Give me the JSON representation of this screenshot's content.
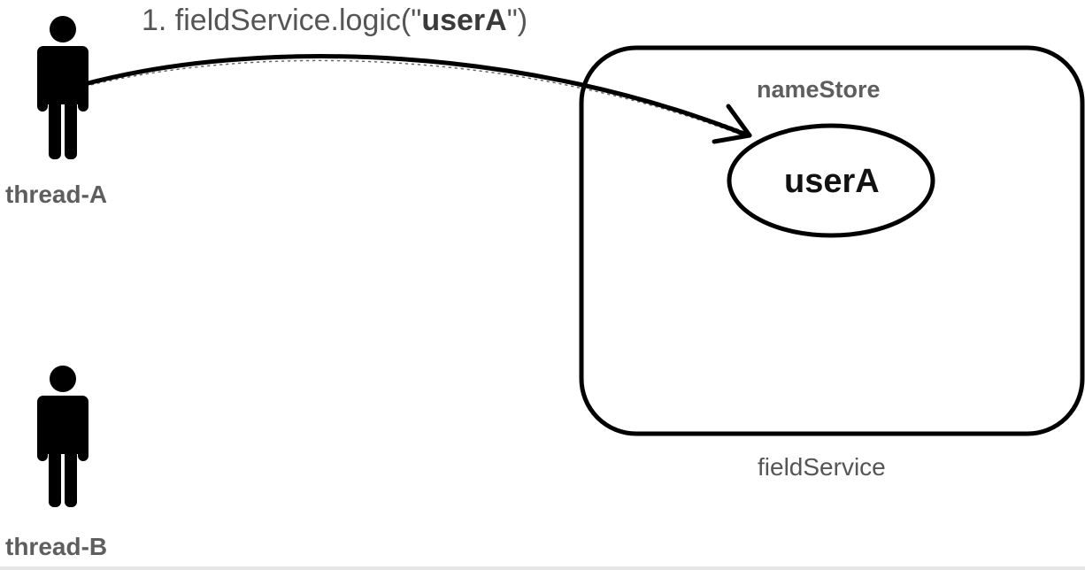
{
  "call": {
    "prefix": "1. fieldService.logic(\"",
    "arg": "userA",
    "suffix": "\")"
  },
  "threads": [
    {
      "label": "thread-A"
    },
    {
      "label": "thread-B"
    }
  ],
  "service": {
    "label": "fieldService",
    "store_label": "nameStore",
    "value": "userA"
  }
}
